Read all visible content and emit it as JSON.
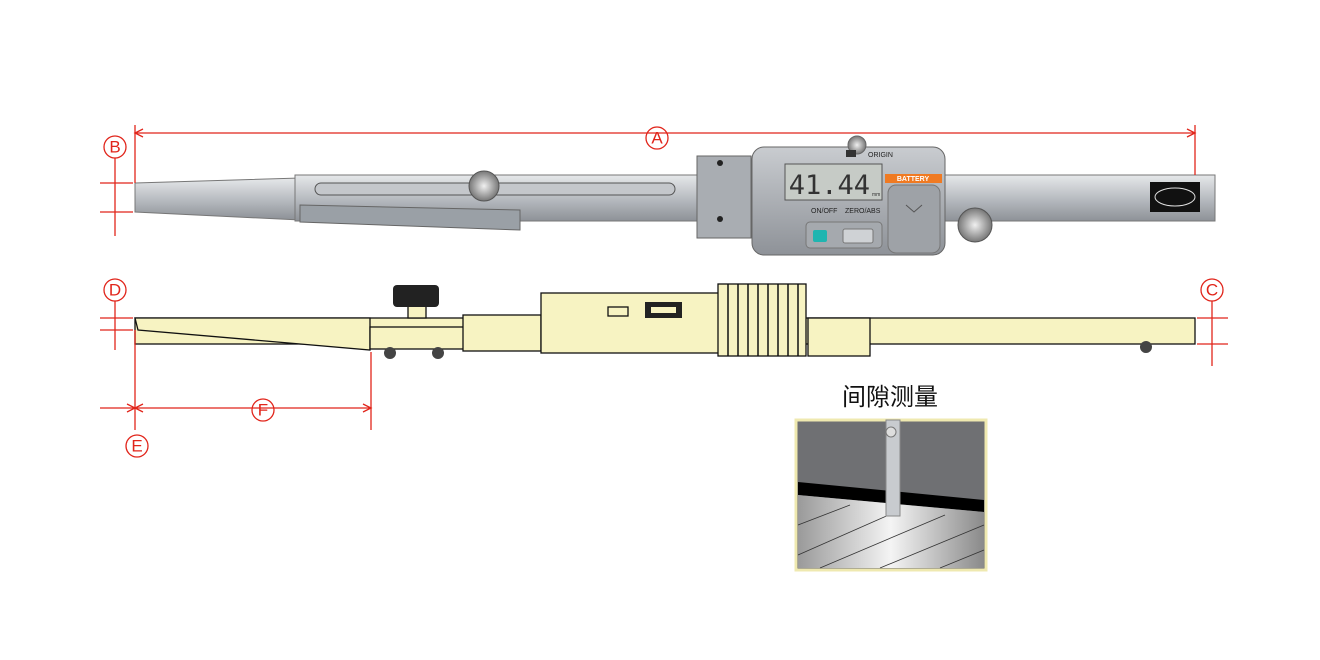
{
  "dimensions": {
    "a": "A",
    "b": "B",
    "c": "C",
    "d": "D",
    "e": "E",
    "f": "F"
  },
  "caliper": {
    "display_value": "41.44",
    "display_unit": "mm",
    "origin_label": "ORIGIN",
    "battery_label": "BATTERY",
    "on_off_label": "ON/OFF",
    "zero_abs_label": "ZERO/ABS",
    "on_off_button_color": "#1fb5b0",
    "battery_label_color": "#f07a22"
  },
  "inset": {
    "caption": "间隙测量"
  },
  "colors": {
    "dimension": "#e1251b",
    "drawing_fill": "#f7f3c2"
  }
}
